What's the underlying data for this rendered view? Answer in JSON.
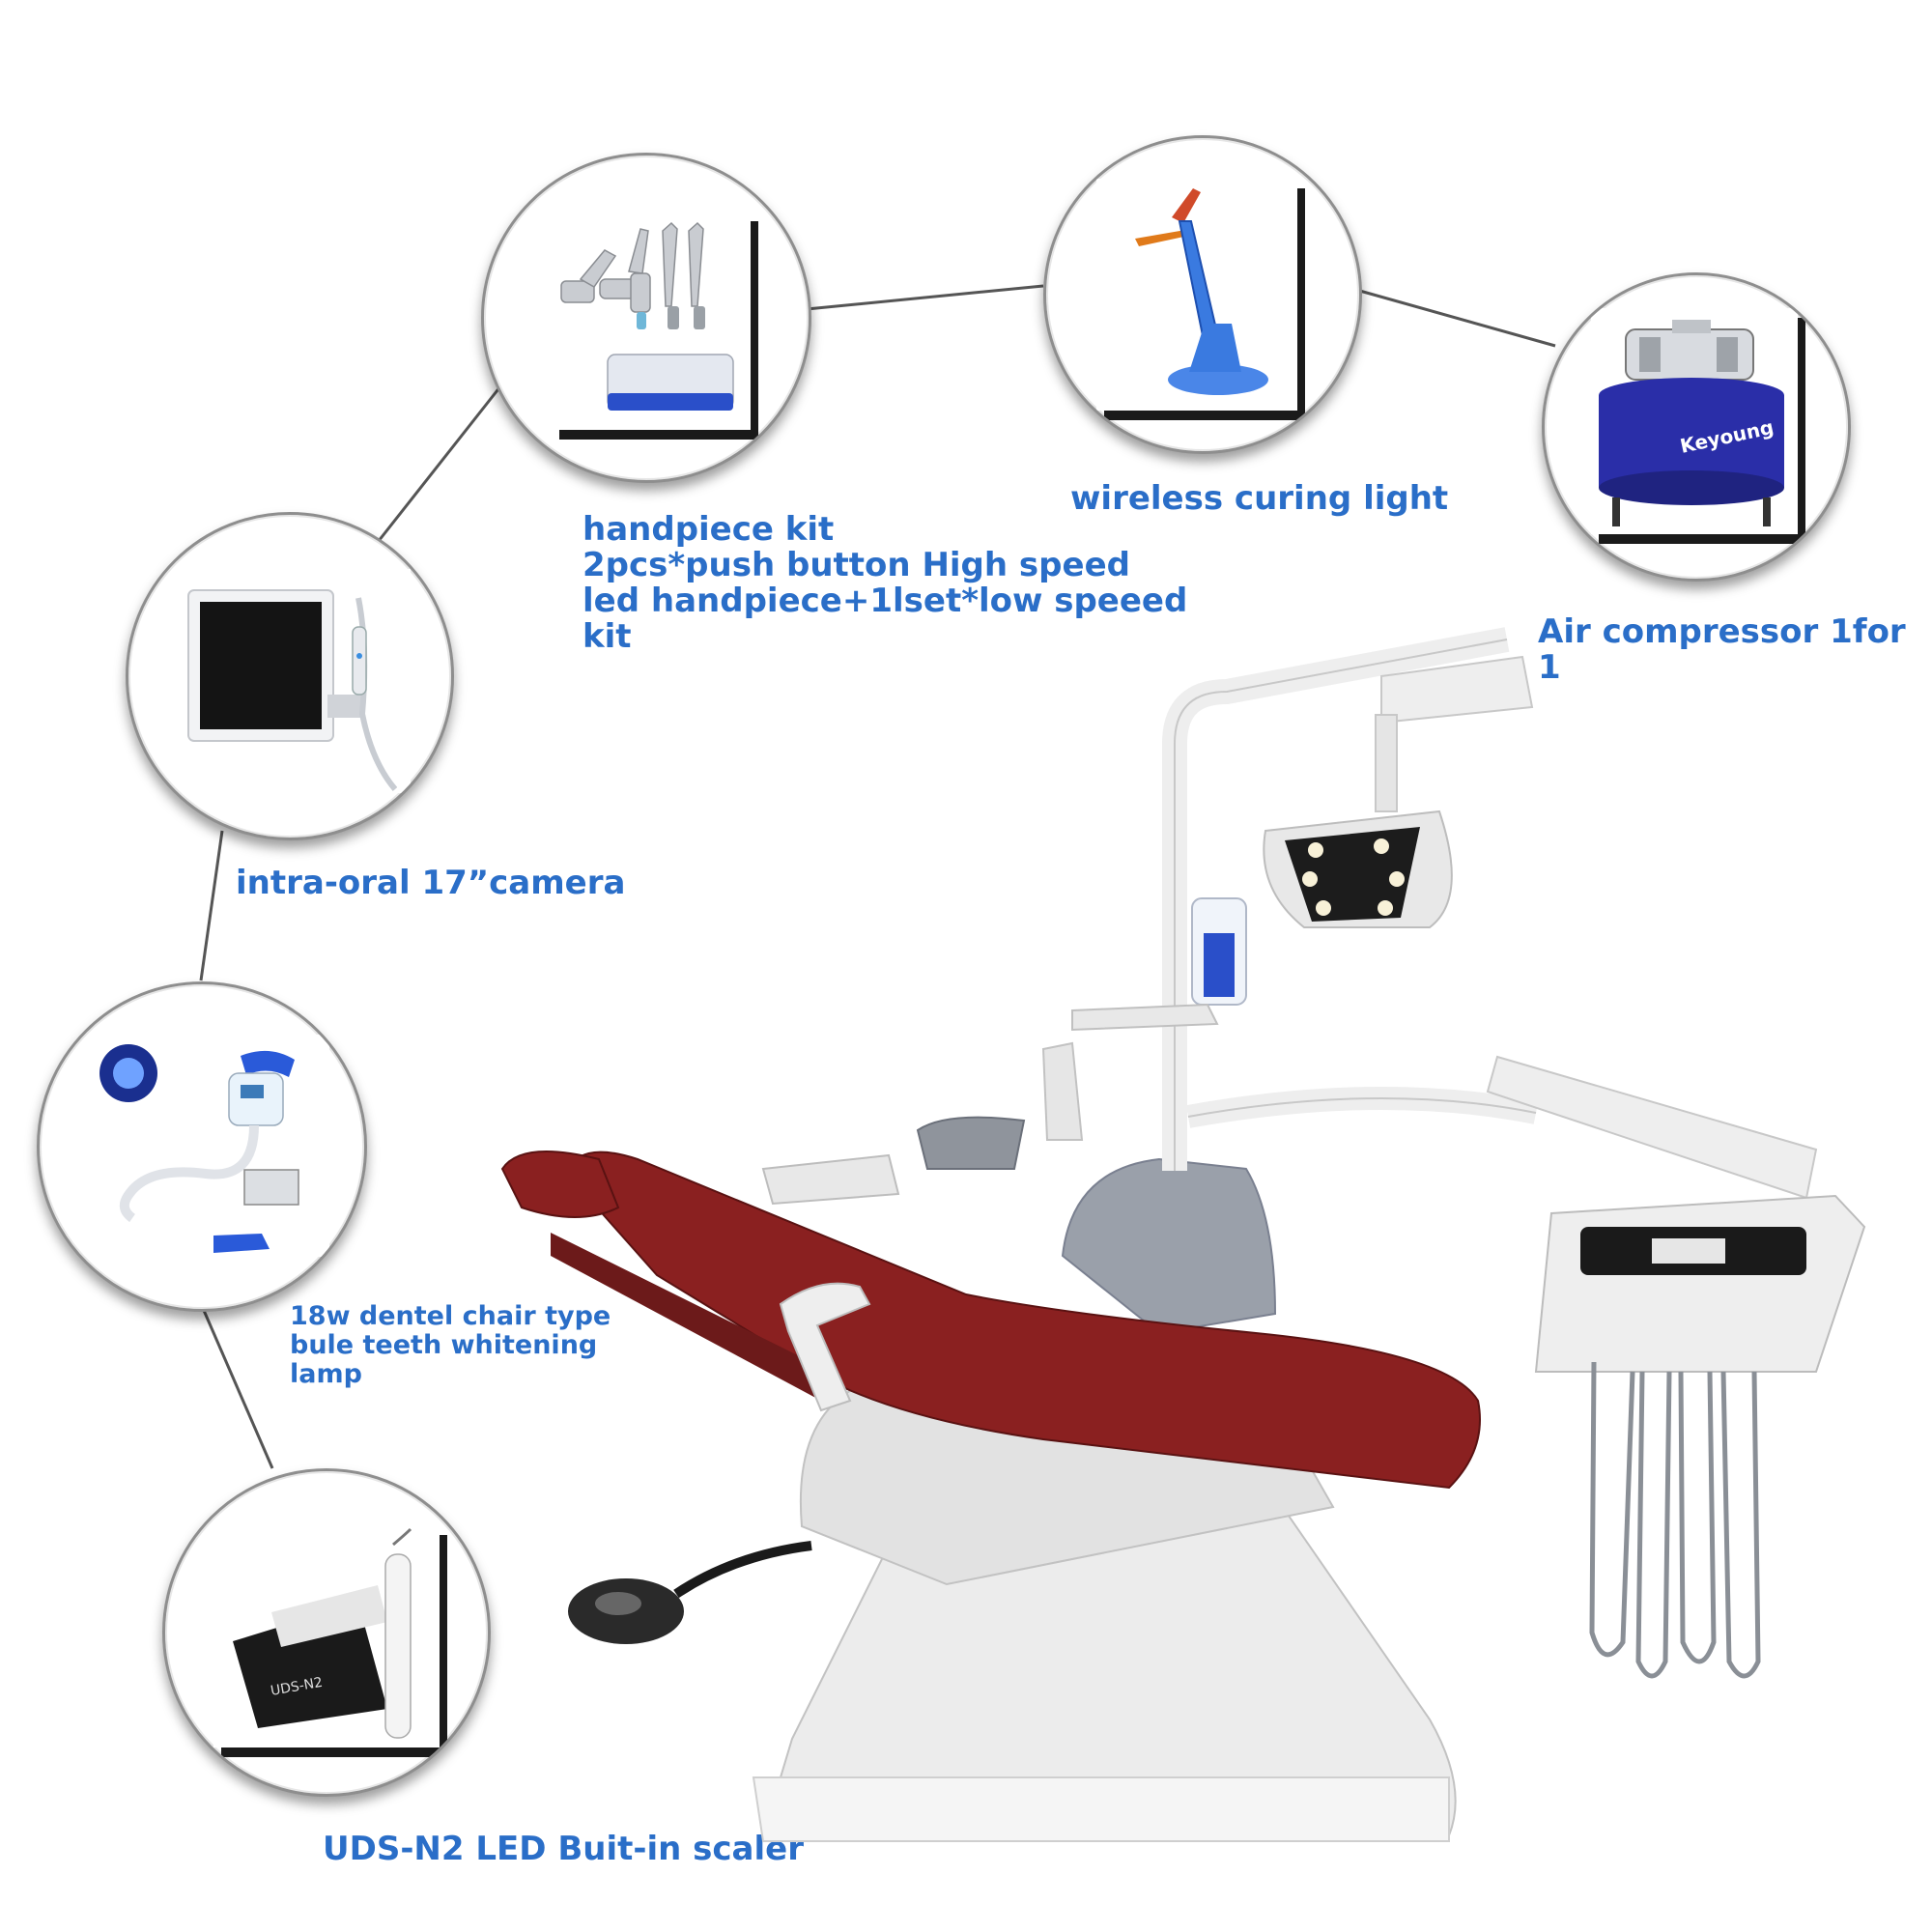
{
  "accent_color": "#2a6ec8",
  "connector_color": "#555555",
  "labels": {
    "handpiece": "handpiece kit\n2pcs*push button High speed\nled handpiece+1lset*low speeed\nkit",
    "curing_light": "wireless curing light",
    "air_compressor": "Air compressor 1for 1",
    "camera": "intra-oral 17”camera",
    "whitening_lamp": "18w dentel chair type\nbule teeth whitening\nlamp",
    "scaler": "UDS-N2 LED Buit-in scaler"
  },
  "product_marks": {
    "compressor_brand": "Keyoung",
    "scaler_model": "UDS-N2"
  },
  "icons": {
    "handpiece": "handpiece-kit-icon",
    "curing_light": "curing-light-icon",
    "air_compressor": "air-compressor-icon",
    "camera": "intraoral-camera-icon",
    "whitening_lamp": "whitening-lamp-icon",
    "scaler": "ultrasonic-scaler-icon",
    "chair": "dental-chair-icon"
  },
  "colors": {
    "upholstery": "#8a2020",
    "frame": "#ececec",
    "device_blue": "#2a4fc9"
  }
}
